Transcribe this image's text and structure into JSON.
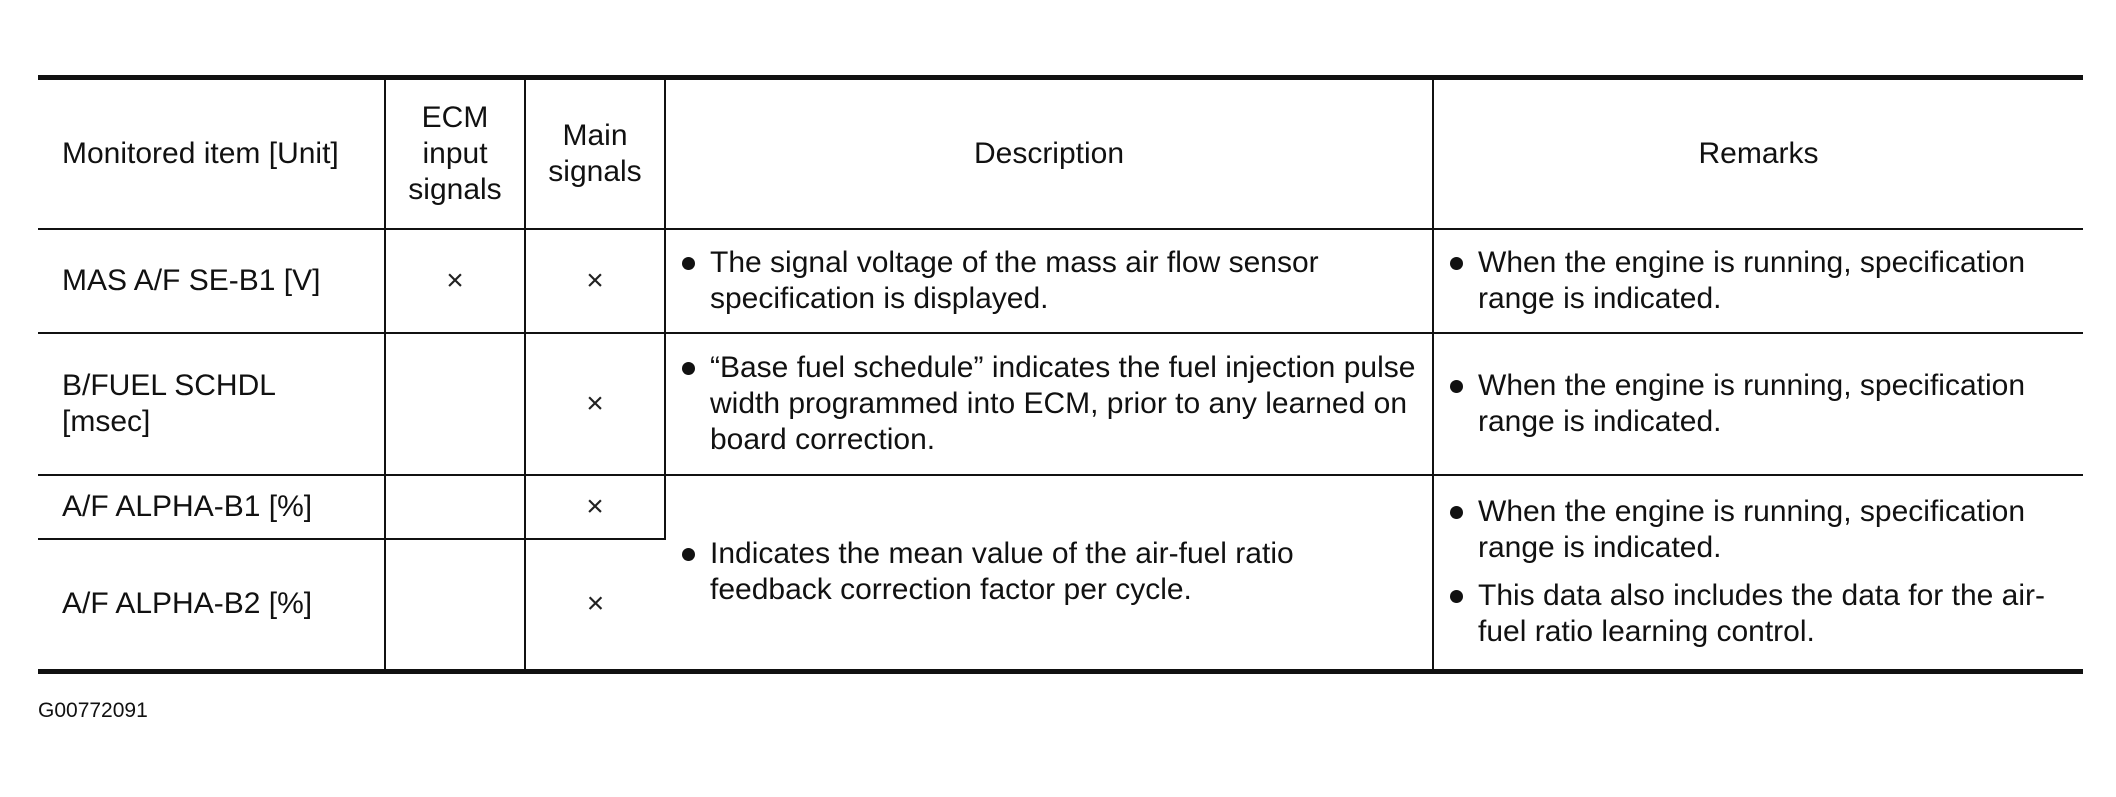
{
  "table": {
    "headers": {
      "item": "Monitored item [Unit]",
      "ecm": "ECM input signals",
      "main": "Main signals",
      "description": "Description",
      "remarks": "Remarks"
    },
    "rows": [
      {
        "item": "MAS A/F SE-B1 [V]",
        "ecm": "×",
        "main": "×",
        "description": "The signal voltage of the mass air flow sensor specification is displayed.",
        "remarks": [
          "When the engine is running, specification range is indicated."
        ]
      },
      {
        "item": "B/FUEL SCHDL [msec]",
        "ecm": "",
        "main": "×",
        "description": "“Base fuel schedule” indicates the fuel injection pulse width programmed into ECM, prior to any learned on board correction.",
        "remarks": [
          "When the engine is running, specification range is indicated."
        ]
      },
      {
        "item": "A/F ALPHA-B1 [%]",
        "ecm": "",
        "main": "×"
      },
      {
        "item": "A/F ALPHA-B2 [%]",
        "ecm": "",
        "main": "×"
      }
    ],
    "merged_alpha": {
      "description": "Indicates the mean value of the air-fuel ratio feedback correction factor per cycle.",
      "remarks": [
        "When the engine is running, specification range is indicated.",
        "This data also includes the data for the air-fuel ratio learning control."
      ]
    }
  },
  "figure_code": "G00772091"
}
